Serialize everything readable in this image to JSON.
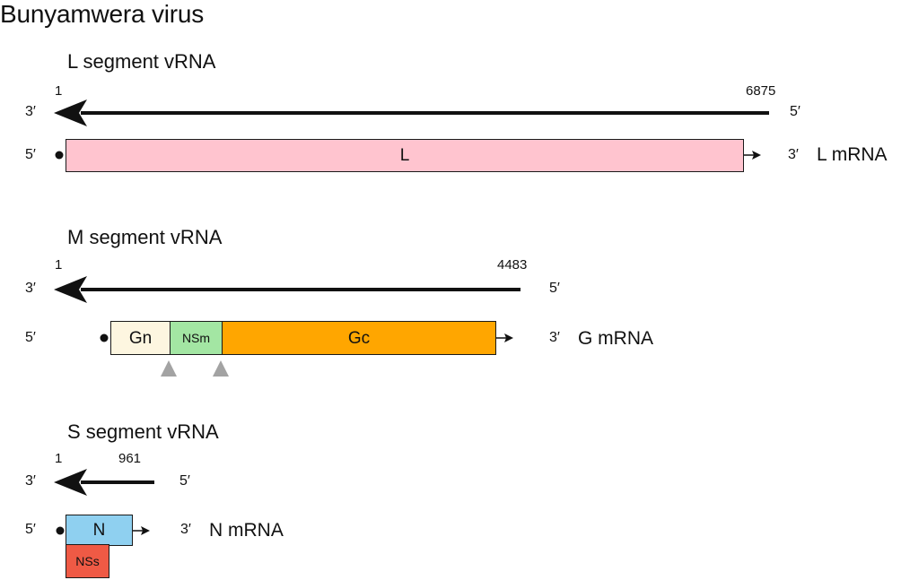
{
  "title": "Bunyamwera virus",
  "segments": {
    "L": {
      "title": "L segment vRNA",
      "start": "1",
      "end": "6875",
      "vrna_left_end": "3′",
      "vrna_right_end": "5′",
      "mrna_left_end": "5′",
      "mrna_right_end": "3′",
      "mrna_label": "L mRNA",
      "genes": [
        {
          "label": "L",
          "color": "#ffc4cf"
        }
      ]
    },
    "M": {
      "title": "M segment vRNA",
      "start": "1",
      "end": "4483",
      "vrna_left_end": "3′",
      "vrna_right_end": "5′",
      "mrna_left_end": "5′",
      "mrna_right_end": "3′",
      "mrna_label": "G mRNA",
      "genes": [
        {
          "label": "Gn",
          "color": "#fdf6e0"
        },
        {
          "label": "NSm",
          "color": "#a3e6a3"
        },
        {
          "label": "Gc",
          "color": "#ffa600"
        }
      ],
      "cleavage_marker_color": "#a3a3a3"
    },
    "S": {
      "title": "S segment vRNA",
      "start": "1",
      "end": "961",
      "vrna_left_end": "3′",
      "vrna_right_end": "5′",
      "mrna_left_end": "5′",
      "mrna_right_end": "3′",
      "mrna_label": "N mRNA",
      "genes": [
        {
          "label": "N",
          "color": "#8fd0f0"
        },
        {
          "label": "NSs",
          "color": "#ef5a45"
        }
      ]
    }
  }
}
